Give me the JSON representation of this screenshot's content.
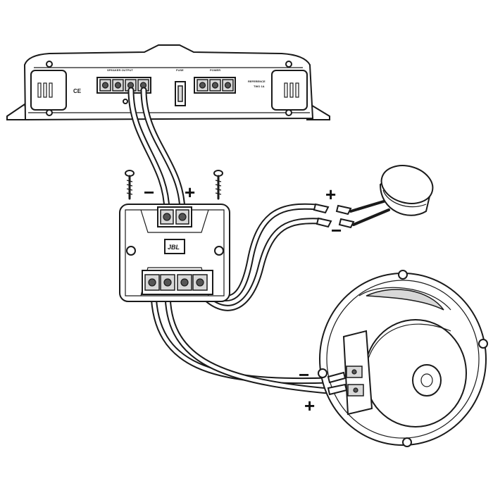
{
  "amplifier": {
    "speaker_output_label": "SPEAKER OUTPUT",
    "fuse_label": "FUSE",
    "power_label": "POWER",
    "brand_label": "REFERENCE",
    "model_label": "TWO 1A",
    "ce_mark": "CE",
    "terminals_speaker": 4,
    "terminals_power": 3
  },
  "crossover": {
    "logo": "JBL",
    "top_terminals": 2,
    "bottom_terminals": 4
  },
  "polarity": {
    "crossover_minus": "−",
    "crossover_plus": "+",
    "tweeter_plus": "+",
    "tweeter_minus": "−",
    "woofer_minus": "−",
    "woofer_plus": "+"
  },
  "colors": {
    "line": "#1a1a1a",
    "panel_fill": "#ffffff",
    "shade": "#d8d8d8"
  }
}
